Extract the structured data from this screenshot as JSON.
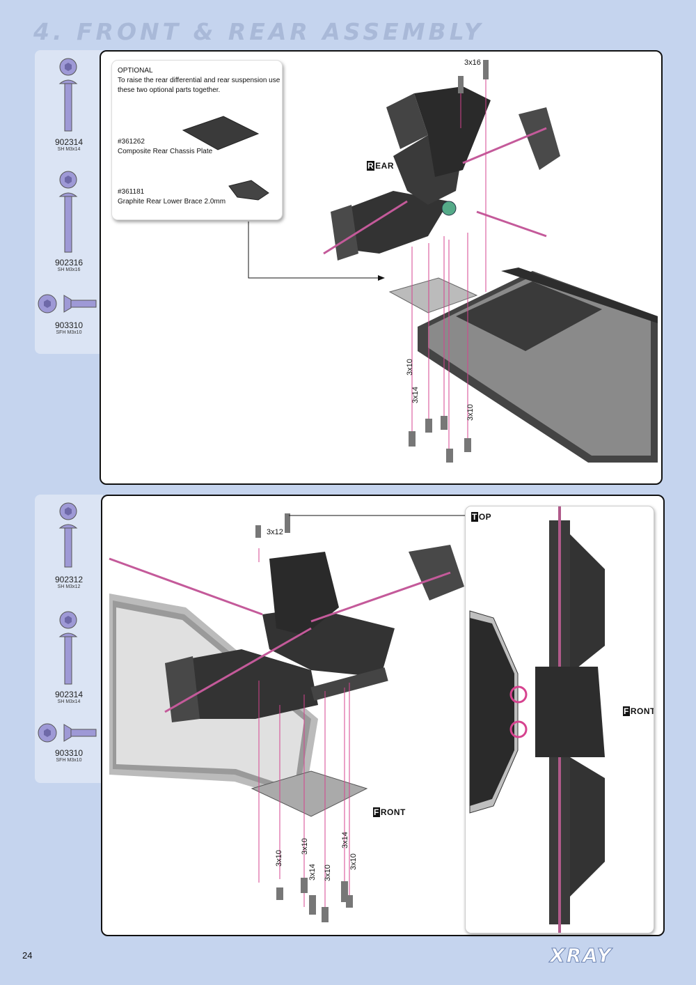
{
  "header": {
    "title": "4. FRONT & REAR ASSEMBLY"
  },
  "sidebar_top": {
    "parts": [
      {
        "number": "902314",
        "desc": "SH M3x14"
      },
      {
        "number": "902316",
        "desc": "SH M3x16"
      },
      {
        "number": "903310",
        "desc": "SFH M3x10"
      }
    ]
  },
  "sidebar_bottom": {
    "parts": [
      {
        "number": "902312",
        "desc": "SH M3x12"
      },
      {
        "number": "902314",
        "desc": "SH M3x14"
      },
      {
        "number": "903310",
        "desc": "SFH M3x10"
      }
    ]
  },
  "optional": {
    "heading": "OPTIONAL",
    "line1": "To raise the rear differential and rear suspension use",
    "line2": "these two optional parts together.",
    "part1_number": "#361262",
    "part1_name": "Composite Rear Chassis Plate",
    "part2_number": "#361181",
    "part2_name": "Graphite Rear Lower Brace 2.0mm"
  },
  "rear_panel": {
    "view_label_first": "R",
    "view_label_rest": "EAR",
    "screw_top": "3x16",
    "screw_a": "3x10",
    "screw_b": "3x14",
    "screw_c": "3x10"
  },
  "front_panel": {
    "screw_top": "3x12",
    "view_label_first": "F",
    "view_label_rest": "RONT",
    "screw_a": "3x10",
    "screw_b": "3x10",
    "screw_c": "3x14",
    "screw_d": "3x10",
    "screw_e": "3x14",
    "screw_f": "3x10"
  },
  "top_view": {
    "label_first": "T",
    "label_rest": "OP",
    "front_first": "F",
    "front_rest": "RONT"
  },
  "footer": {
    "page_number": "24",
    "logo": "XRAY"
  },
  "colors": {
    "background": "#c5d4ee",
    "accent": "#d6438f",
    "screw": "#8b86c8"
  }
}
